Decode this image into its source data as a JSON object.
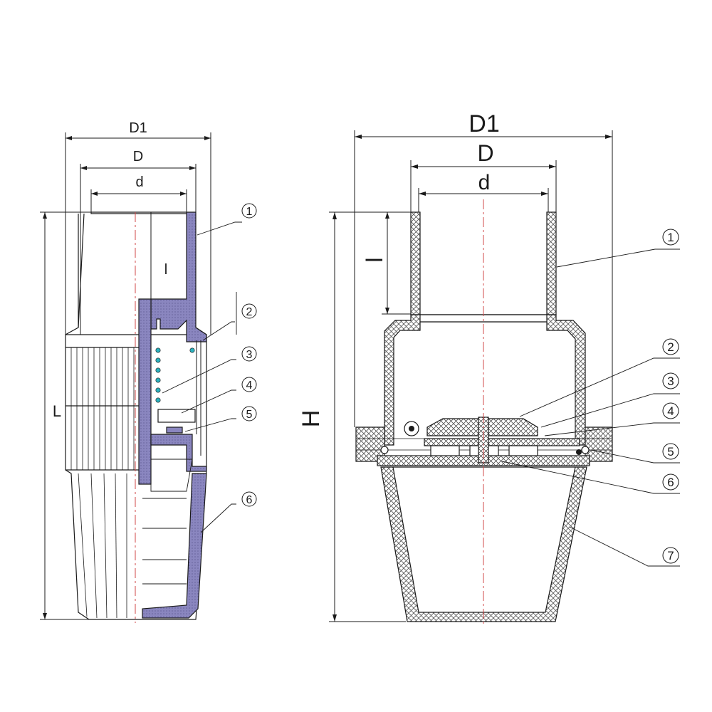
{
  "left_view": {
    "dimensions": {
      "outer_diameter": "D1",
      "diameter": "D",
      "inner_diameter": "d",
      "socket_depth": "l",
      "length": "L"
    },
    "callouts": [
      "1",
      "2",
      "3",
      "4",
      "5",
      "6"
    ]
  },
  "right_view": {
    "dimensions": {
      "outer_diameter": "D1",
      "diameter": "D",
      "inner_diameter": "d",
      "socket_depth": "l",
      "height": "H"
    },
    "callouts": [
      "1",
      "2",
      "3",
      "4",
      "5",
      "6",
      "7"
    ]
  },
  "colors": {
    "line": "#1a1a1a",
    "section_purple": "#8a86bf",
    "spring": "#2bb2bf",
    "centerline": "#d24a4a",
    "hatch": "#555555"
  }
}
